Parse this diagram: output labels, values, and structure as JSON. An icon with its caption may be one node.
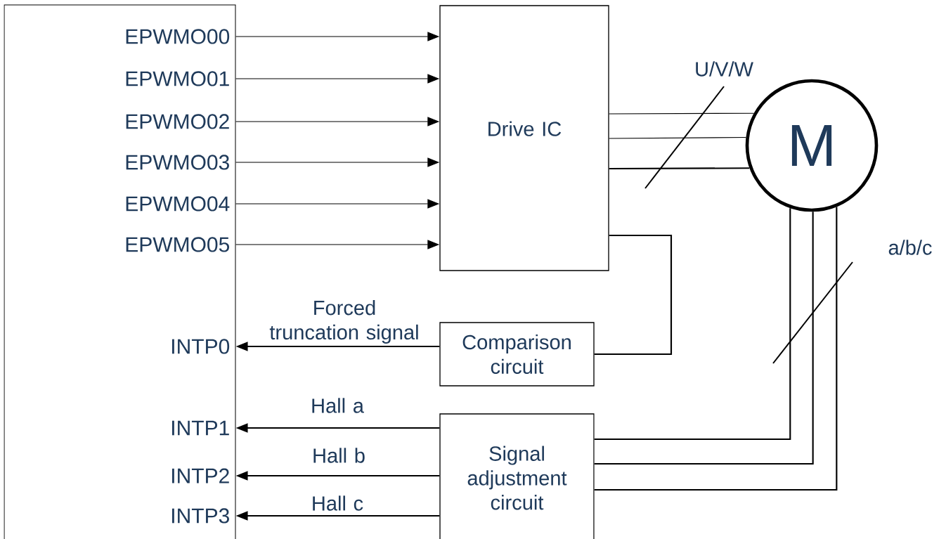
{
  "diagram": {
    "nodes": [
      {
        "text": [],
        "shape": "box"
      },
      {
        "text": [
          "EPWMO00"
        ],
        "in": 0
      },
      {
        "text": [
          "EPWMO01"
        ],
        "in": 0
      },
      {
        "text": [
          "EPWMO02"
        ],
        "in": 0
      },
      {
        "text": [
          "EPWMO03"
        ],
        "in": 0
      },
      {
        "text": [
          "EPWMO04"
        ],
        "in": 0
      },
      {
        "text": [
          "EPWMO05"
        ],
        "in": 0
      },
      {
        "text": [
          "INTP0"
        ],
        "in": 0
      },
      {
        "text": [
          "INTP1"
        ],
        "in": 0
      },
      {
        "text": [
          "INTP2"
        ],
        "in": 0
      },
      {
        "text": [
          "INTP3"
        ],
        "in": 0
      },
      {
        "text": [
          "Drive IC"
        ]
      },
      {
        "text": [
          "M"
        ]
      },
      {
        "text": [
          "Comparison circuit"
        ]
      },
      {
        "text": [
          "Signal adjustment circuit"
        ]
      }
    ],
    "edges": [
      {
        "from": 1,
        "to": 11,
        "arrow": "to"
      },
      {
        "from": 2,
        "to": 11,
        "arrow": "to"
      },
      {
        "from": 3,
        "to": 11,
        "arrow": "to"
      },
      {
        "from": 4,
        "to": 11,
        "arrow": "to"
      },
      {
        "from": 5,
        "to": 11,
        "arrow": "to"
      },
      {
        "from": 6,
        "to": 11,
        "arrow": "to"
      },
      {
        "from": 11,
        "to": 12,
        "arrow": "none"
      },
      {
        "from": 11,
        "to": 12,
        "arrow": "none"
      },
      {
        "from": 11,
        "to": 12,
        "arrow": "none"
      },
      {
        "from": 11,
        "to": 13,
        "arrow": "none"
      },
      {
        "from": 13,
        "to": 7,
        "arrow": "to",
        "label": "Forced truncation signal"
      },
      {
        "from": 12,
        "to": 14,
        "arrow": "none"
      },
      {
        "from": 12,
        "to": 14,
        "arrow": "none"
      },
      {
        "from": 12,
        "to": 14,
        "arrow": "none"
      },
      {
        "from": 14,
        "to": 8,
        "arrow": "to",
        "label": "Hall a"
      },
      {
        "from": 14,
        "to": 9,
        "arrow": "to",
        "label": "Hall b"
      },
      {
        "from": 14,
        "to": 10,
        "arrow": "to",
        "label": "Hall c"
      }
    ],
    "labels": [
      "U/V/W",
      "a/b/c"
    ]
  }
}
